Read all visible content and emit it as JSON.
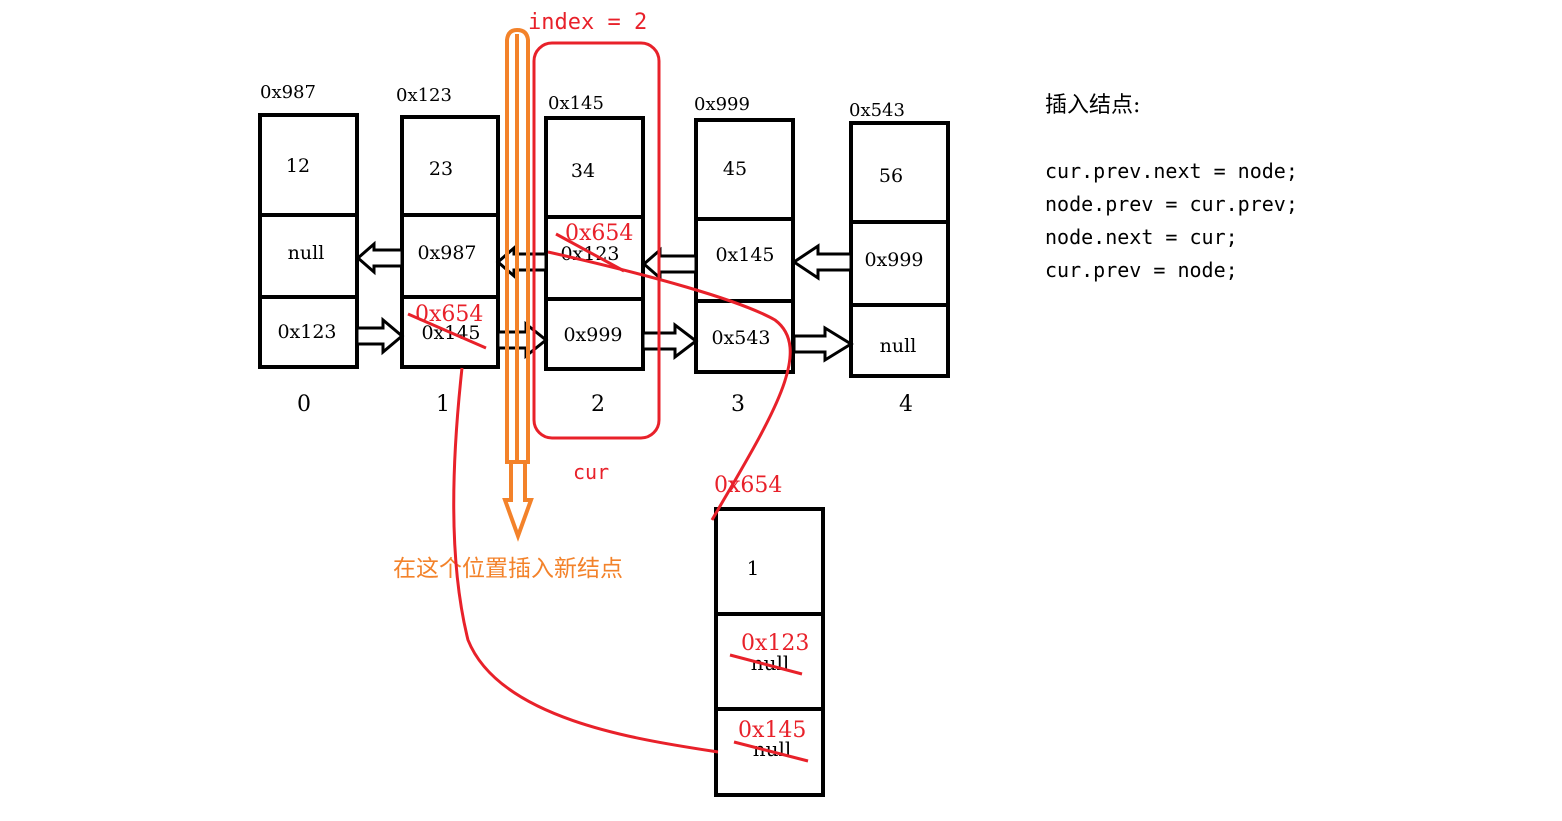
{
  "colors": {
    "black": "#000000",
    "red": "#e8212a",
    "orange": "#f3822a"
  },
  "nodes": [
    {
      "address": "0x987",
      "value": "12",
      "prev": "null",
      "next": "0x123",
      "index": "0"
    },
    {
      "address": "0x123",
      "value": "23",
      "prev": "0x987",
      "next": "0x145",
      "index": "1"
    },
    {
      "address": "0x145",
      "value": "34",
      "prev": "0x123",
      "next": "0x999",
      "index": "2"
    },
    {
      "address": "0x999",
      "value": "45",
      "prev": "0x145",
      "next": "0x543",
      "index": "3"
    },
    {
      "address": "0x543",
      "value": "56",
      "prev": "0x999",
      "next": "null",
      "index": "4"
    }
  ],
  "new_node": {
    "address": "0x654",
    "value": "1",
    "prev": "null",
    "next": "null"
  },
  "edits": {
    "node1_next_new": "0x654",
    "node2_prev_new": "0x654",
    "new_prev_new": "0x123",
    "new_next_new": "0x145"
  },
  "labels": {
    "index": "index = 2",
    "cur": "cur",
    "insert_here": "在这个位置插入新结点"
  },
  "code": {
    "title": "插入结点:",
    "lines": [
      "cur.prev.next = node;",
      "node.prev = cur.prev;",
      "node.next = cur;",
      "cur.prev = node;"
    ]
  }
}
